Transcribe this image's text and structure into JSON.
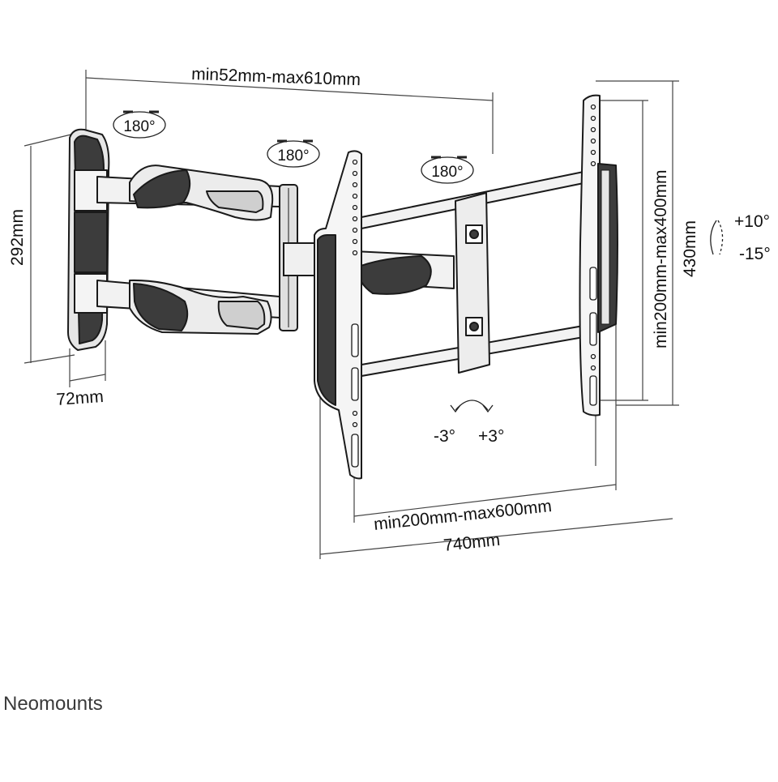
{
  "dimensions": {
    "arm_extension": "min52mm-max610mm",
    "wall_plate_height": "292mm",
    "wall_plate_depth": "72mm",
    "vesa_width": "min200mm-max600mm",
    "total_width": "740mm",
    "vesa_height": "min200mm-max400mm",
    "total_height": "430mm"
  },
  "rotations": {
    "wall_pivot": "180°",
    "mid_pivot": "180°",
    "head_pivot": "180°"
  },
  "tilt": {
    "up": "+10°",
    "down": "-15°"
  },
  "roll": {
    "left": "-3°",
    "right": "+3°"
  },
  "brand": "Neomounts",
  "colors": {
    "line": "#1a1a1a",
    "fill_dark": "#3c3c3c",
    "fill_mid": "#9a9a9a",
    "fill_light": "#e6e6e6"
  }
}
